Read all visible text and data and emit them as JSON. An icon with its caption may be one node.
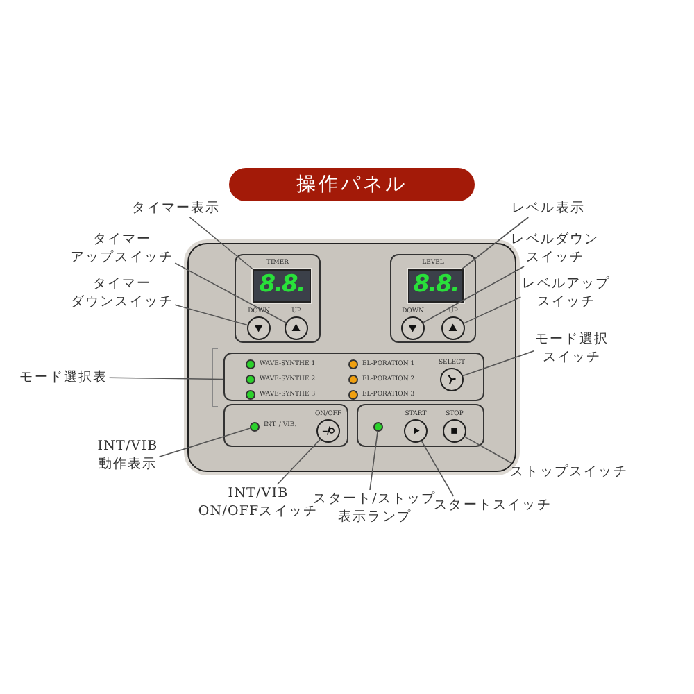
{
  "diagram": {
    "title": "操作パネル",
    "nodes": [
      {
        "text": [],
        "shape": "box"
      },
      {
        "text": [
          "TIMER"
        ],
        "in": 0
      },
      {
        "text": [
          "8.8."
        ],
        "in": 1
      },
      {
        "text": [],
        "shape": "circle",
        "in": 1,
        "beside": [
          "DOWN"
        ]
      },
      {
        "text": [],
        "shape": "circle",
        "in": 1,
        "beside": [
          "UP"
        ]
      },
      {
        "text": [
          "LEVEL"
        ],
        "in": 0
      },
      {
        "text": [
          "8.8."
        ],
        "in": 5
      },
      {
        "text": [],
        "shape": "circle",
        "in": 5,
        "beside": [
          "DOWN"
        ]
      },
      {
        "text": [],
        "shape": "circle",
        "in": 5,
        "beside": [
          "UP"
        ]
      },
      {
        "text": [
          "WAVE-SYNTHE 1",
          "WAVE-SYNTHE 2",
          "WAVE-SYNTHE 3",
          "EL-PORATION 1",
          "EL-PORATION 2",
          "EL-PORATION 3"
        ],
        "in": 0
      },
      {
        "text": [],
        "shape": "circle",
        "in": 9,
        "beside": [
          "SELECT"
        ]
      },
      {
        "text": [
          "INT. / VIB."
        ],
        "in": 0
      },
      {
        "text": [],
        "shape": "circle",
        "in": 11
      },
      {
        "text": [],
        "shape": "circle",
        "in": 11,
        "beside": [
          "ON/OFF"
        ]
      },
      {
        "text": [],
        "shape": "box",
        "in": 0
      },
      {
        "text": [],
        "shape": "circle",
        "in": 14
      },
      {
        "text": [],
        "shape": "circle",
        "in": 14,
        "beside": [
          "START"
        ]
      },
      {
        "text": [],
        "shape": "circle",
        "in": 14,
        "beside": [
          "STOP"
        ]
      },
      {
        "text": [
          "タイマー表示"
        ]
      },
      {
        "text": [
          "タイマーアップスイッチ"
        ]
      },
      {
        "text": [
          "タイマーダウンスイッチ"
        ]
      },
      {
        "text": [
          "レベル表示"
        ]
      },
      {
        "text": [
          "レベルダウンスイッチ"
        ]
      },
      {
        "text": [
          "レベルアップスイッチ"
        ]
      },
      {
        "text": [
          "モード選択スイッチ"
        ]
      },
      {
        "text": [
          "モード選択表"
        ]
      },
      {
        "text": [
          "INT/VIB 動作表示"
        ]
      },
      {
        "text": [
          "INT/VIB ON/OFFスイッチ"
        ]
      },
      {
        "text": [
          "スタート/ストップ表示ランプ"
        ]
      },
      {
        "text": [
          "スタートスイッチ"
        ]
      },
      {
        "text": [
          "ストップスイッチ"
        ]
      }
    ],
    "edges": [
      {
        "from": 18,
        "to": 2,
        "arrow": "none"
      },
      {
        "from": 19,
        "to": 4,
        "arrow": "none"
      },
      {
        "from": 20,
        "to": 3,
        "arrow": "none"
      },
      {
        "from": 21,
        "to": 6,
        "arrow": "none"
      },
      {
        "from": 22,
        "to": 7,
        "arrow": "none"
      },
      {
        "from": 23,
        "to": 8,
        "arrow": "none"
      },
      {
        "from": 24,
        "to": 10,
        "arrow": "none"
      },
      {
        "from": 25,
        "to": 9,
        "arrow": "none"
      },
      {
        "from": 26,
        "to": 12,
        "arrow": "none"
      },
      {
        "from": 27,
        "to": 13,
        "arrow": "none"
      },
      {
        "from": 28,
        "to": 15,
        "arrow": "none"
      },
      {
        "from": 29,
        "to": 16,
        "arrow": "none"
      },
      {
        "from": 30,
        "to": 17,
        "arrow": "none"
      }
    ]
  }
}
